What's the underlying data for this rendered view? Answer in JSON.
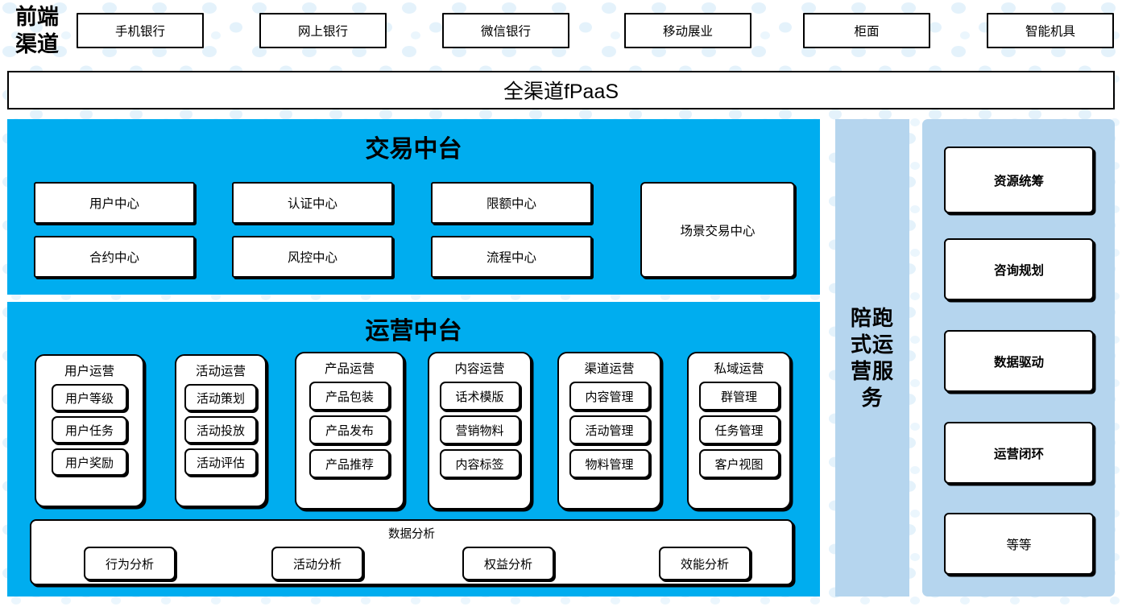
{
  "colors": {
    "cyan_panel": "#00ADEF",
    "light_blue_rail": "#B5D5EE",
    "dot_pattern": "#D8ECFA",
    "box_border": "#000000",
    "box_fill": "#FFFFFF"
  },
  "front_channel": {
    "label_line1": "前端",
    "label_line2": "渠道",
    "channels": [
      {
        "label": "手机银行"
      },
      {
        "label": "网上银行"
      },
      {
        "label": "微信银行"
      },
      {
        "label": "移动展业"
      },
      {
        "label": "柜面"
      },
      {
        "label": "智能机具"
      }
    ]
  },
  "fpaas_bar": {
    "label": "全渠道fPaaS"
  },
  "trade_platform": {
    "title": "交易中台",
    "boxes": [
      {
        "label": "用户中心"
      },
      {
        "label": "认证中心"
      },
      {
        "label": "限额中心"
      },
      {
        "label": "合约中心"
      },
      {
        "label": "风控中心"
      },
      {
        "label": "流程中心"
      }
    ],
    "scene_box": {
      "label": "场景交易中心"
    }
  },
  "operation_platform": {
    "title": "运营中台",
    "cards": [
      {
        "title": "用户运营",
        "items": [
          "用户等级",
          "用户任务",
          "用户奖励"
        ]
      },
      {
        "title": "活动运营",
        "items": [
          "活动策划",
          "活动投放",
          "活动评估"
        ]
      },
      {
        "title": "产品运营",
        "items": [
          "产品包装",
          "产品发布",
          "产品推荐"
        ]
      },
      {
        "title": "内容运营",
        "items": [
          "话术模版",
          "营销物料",
          "内容标签"
        ]
      },
      {
        "title": "渠道运营",
        "items": [
          "内容管理",
          "活动管理",
          "物料管理"
        ]
      },
      {
        "title": "私域运营",
        "items": [
          "群管理",
          "任务管理",
          "客户视图"
        ]
      }
    ],
    "data_analysis": {
      "title": "数据分析",
      "items": [
        "行为分析",
        "活动分析",
        "权益分析",
        "效能分析"
      ]
    }
  },
  "service_rail": {
    "label": "陪跑式运营服务",
    "label_lines": [
      "陪跑",
      "式运",
      "营服",
      "务"
    ],
    "cards": [
      {
        "label": "资源统筹",
        "bold": true
      },
      {
        "label": "咨询规划",
        "bold": true
      },
      {
        "label": "数据驱动",
        "bold": true
      },
      {
        "label": "运营闭环",
        "bold": true
      },
      {
        "label": "等等",
        "bold": false
      }
    ]
  }
}
